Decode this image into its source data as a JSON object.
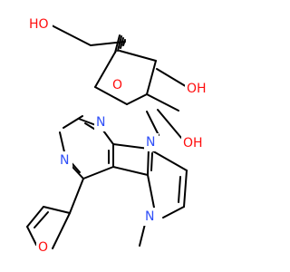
{
  "atoms": {
    "O_hydroxymethyl": {
      "text": "HO",
      "element": "O"
    },
    "O_hydroxy_4": {
      "text": "OH",
      "element": "O"
    },
    "O_hydroxy_3": {
      "text": "OH",
      "element": "O"
    },
    "O_ring": {
      "text": "O",
      "element": "O"
    },
    "N_pyrrole_9": {
      "text": "N",
      "element": "N"
    },
    "N_pyrimidine_a": {
      "text": "N",
      "element": "N"
    },
    "N_pyrimidine_b": {
      "text": "N",
      "element": "N"
    },
    "N_pyrrole_methyl": {
      "text": "N",
      "element": "N"
    },
    "O_furan": {
      "text": "O",
      "element": "O"
    }
  },
  "colors": {
    "oxygen": "#ff0d0d",
    "nitrogen": "#3050f8",
    "bond": "#000000",
    "background": "#ffffff"
  }
}
